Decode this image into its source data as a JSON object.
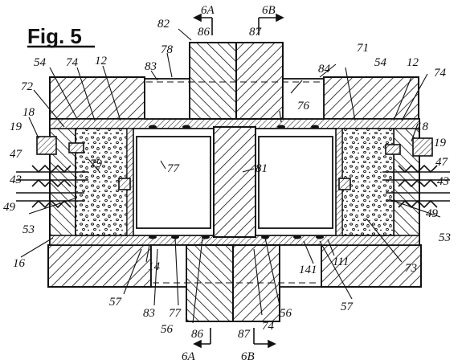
{
  "figure": {
    "title": "Fig. 5",
    "labels": {
      "n6A_top": "6A",
      "n6B_top": "6B",
      "n82": "82",
      "n86_top": "86",
      "n87_top": "87",
      "n71": "71",
      "n78": "78",
      "n83_top": "83",
      "n84": "84",
      "n76": "76",
      "n54_left": "54",
      "n74_left": "74",
      "n12_left": "12",
      "n72": "72",
      "n54_right": "54",
      "n12_right": "12",
      "n74_right": "74",
      "n18_left": "18",
      "n19_left": "19",
      "n47_left": "47",
      "n43_left": "43",
      "n49_left": "49",
      "n79": "79",
      "n77_top": "77",
      "n81": "81",
      "n18_right": "18",
      "n19_right": "19",
      "n47_right": "47",
      "n43_right": "43",
      "n49_right": "49",
      "n53_left": "53",
      "n16": "16",
      "n53_right": "53",
      "n73": "73",
      "n14": "14",
      "n141": "141",
      "n111": "111",
      "n57_left": "57",
      "n83_bottom": "83",
      "n77_bottom": "77",
      "n56_left": "56",
      "n56_right": "56",
      "n57_right": "57",
      "n86_bottom": "86",
      "n74_bottom": "74",
      "n87_bottom": "87",
      "n6A_bottom": "6A",
      "n6B_bottom": "6B"
    },
    "colors": {
      "ink": "#111111",
      "paper": "#ffffff"
    }
  }
}
